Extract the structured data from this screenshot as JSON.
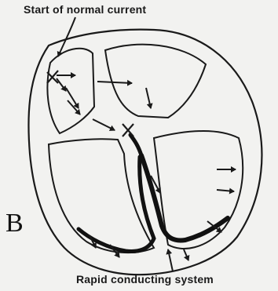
{
  "labels": {
    "top": "Start of normal current",
    "bottom": "Rapid conducting system",
    "panel": "B"
  },
  "colors": {
    "ink": "#1a1a1a",
    "paper": "#f2f2f0",
    "conduction": "#111111"
  }
}
